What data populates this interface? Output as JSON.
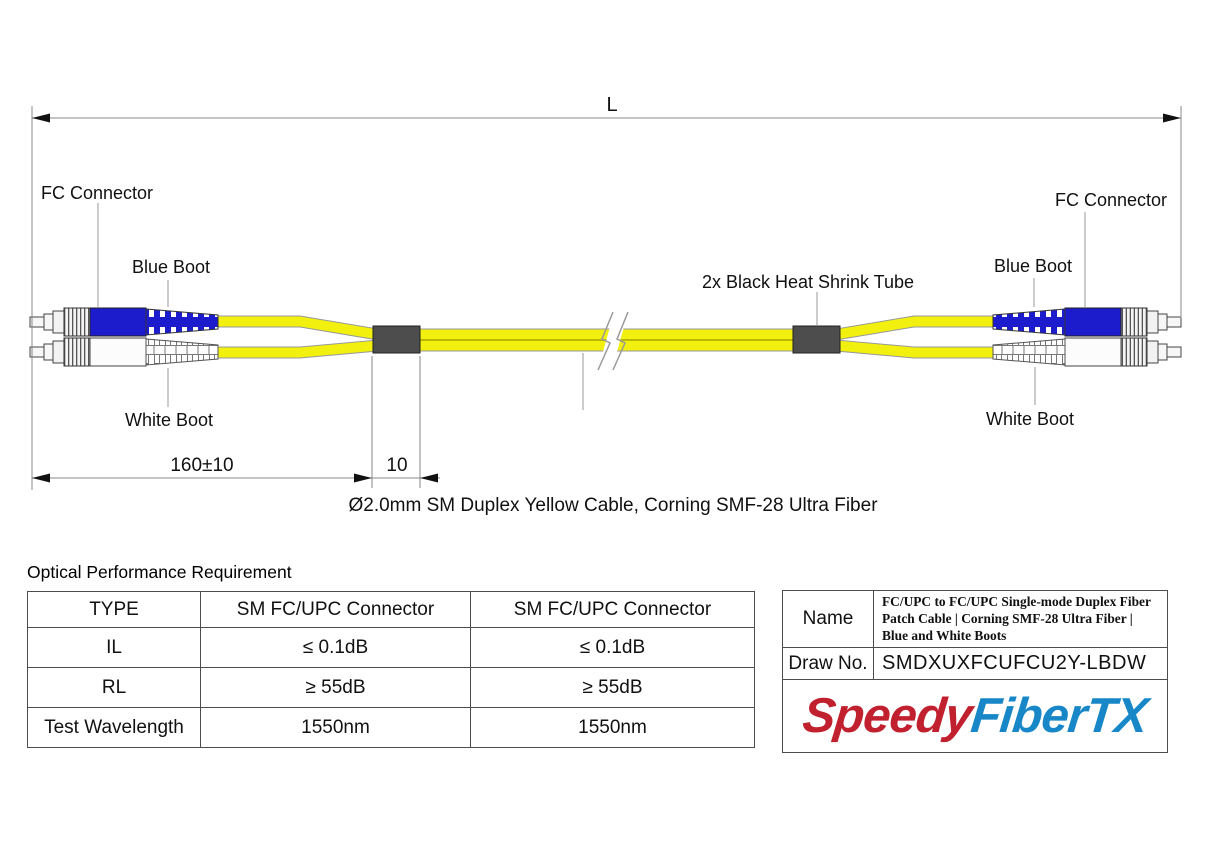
{
  "diagram": {
    "length_label": "L",
    "labels": {
      "left_fc": "FC Connector",
      "left_blue": "Blue Boot",
      "left_white": "White Boot",
      "heat_shrink": "2x Black Heat Shrink Tube",
      "right_fc": "FC Connector",
      "right_blue": "Blue Boot",
      "right_white": "White Boot"
    },
    "dimensions": {
      "breakout_length": "160±10",
      "tube_length": "10"
    },
    "caption": "Ø2.0mm SM Duplex Yellow Cable, Corning SMF-28 Ultra Fiber",
    "colors": {
      "boot_blue": "#1c1ccd",
      "boot_white": "#fcfcfc",
      "cable_yellow": "#f2f00e",
      "tube_gray": "#4d4d4d"
    }
  },
  "performance_table": {
    "title": "Optical Performance Requirement",
    "headers": [
      "TYPE",
      "SM FC/UPC Connector",
      "SM FC/UPC Connector"
    ],
    "rows": [
      [
        "IL",
        "≤ 0.1dB",
        "≤ 0.1dB"
      ],
      [
        "RL",
        "≥ 55dB",
        "≥ 55dB"
      ],
      [
        "Test Wavelength",
        "1550nm",
        "1550nm"
      ]
    ]
  },
  "info_box": {
    "name_label": "Name",
    "name_value": "FC/UPC to FC/UPC Single-mode Duplex Fiber Patch Cable | Corning SMF-28 Ultra Fiber | Blue and White Boots",
    "draw_label": "Draw No.",
    "draw_value": "SMDXUXFCUFCU2Y-LBDW",
    "logo": {
      "part1": "Speedy",
      "part2": "FiberTX",
      "color1": "#c1212f",
      "color2": "#1787c8"
    }
  }
}
